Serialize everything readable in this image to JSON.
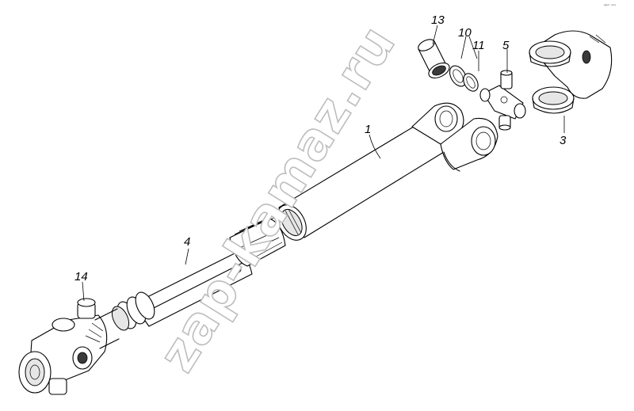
{
  "corner_mark": "ᵉᵖᵐ ᵒᵒᵒ",
  "watermark": "zap-kamaz.ru",
  "callouts": [
    {
      "id": "1",
      "label": "1"
    },
    {
      "id": "3",
      "label": "3"
    },
    {
      "id": "4",
      "label": "4"
    },
    {
      "id": "5",
      "label": "5"
    },
    {
      "id": "10",
      "label": "10"
    },
    {
      "id": "11",
      "label": "11"
    },
    {
      "id": "13",
      "label": "13"
    },
    {
      "id": "14",
      "label": "14"
    }
  ]
}
